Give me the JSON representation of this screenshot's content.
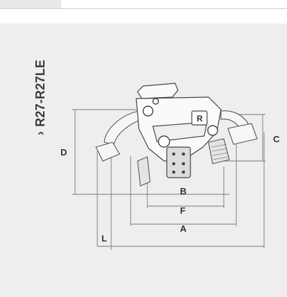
{
  "header": {
    "tab": ""
  },
  "panel": {
    "model_label": "R27-R27LE",
    "label_chevron": "›"
  },
  "diagram": {
    "dimension_labels": {
      "A": "A",
      "B": "B",
      "C": "C",
      "D": "D",
      "F": "F",
      "L": "L"
    },
    "badge": "R"
  }
}
